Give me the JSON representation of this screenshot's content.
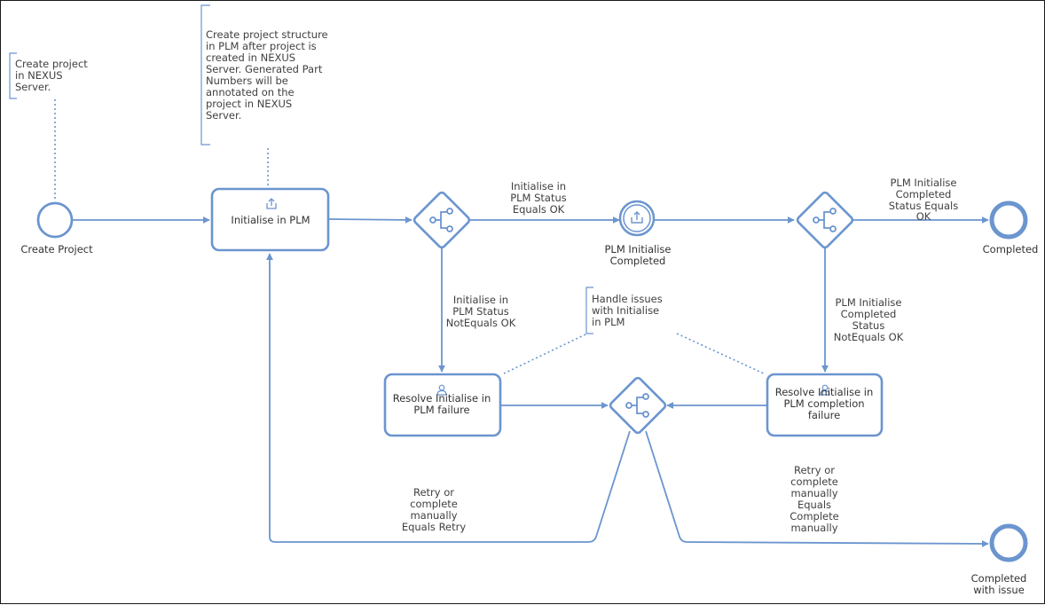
{
  "colors": {
    "accent": "#6b95cf",
    "text": "#404040",
    "border": "#1a1a1a"
  },
  "events": {
    "start": {
      "label": "Create Project",
      "icon": "start-event-icon"
    },
    "plm_initialise_completed": {
      "line1": "PLM Initialise",
      "line2": "Completed",
      "icon": "upload-icon"
    },
    "completed": {
      "label": "Completed",
      "icon": "end-event-icon"
    },
    "completed_with_issue": {
      "line1": "Completed",
      "line2": "with issue",
      "icon": "end-event-icon"
    }
  },
  "tasks": {
    "initialise": {
      "label": "Initialise in PLM",
      "icon": "upload-icon"
    },
    "resolve_initialise": {
      "line1": "Resolve Initialise in",
      "line2": "PLM failure",
      "icon": "user-icon"
    },
    "resolve_completion": {
      "line1": "Resolve Initialise in",
      "line2": "PLM completion",
      "line3": "failure",
      "icon": "user-icon"
    }
  },
  "annotations": {
    "create_project": [
      "Create project",
      "in NEXUS",
      "Server."
    ],
    "plm_structure": [
      "Create project structure",
      "in PLM after project is",
      "created in NEXUS",
      "Server. Generated Part",
      "Numbers will be",
      "annotated on the",
      "project in NEXUS",
      "Server."
    ],
    "handle_issues": [
      "Handle issues",
      "with Initialise",
      "in PLM"
    ]
  },
  "flow_labels": {
    "status_ok": [
      "Initialise in",
      "PLM Status",
      "Equals OK"
    ],
    "status_not_ok": [
      "Initialise in",
      "PLM Status",
      "NotEquals OK"
    ],
    "completed_ok": [
      "PLM Initialise",
      "Completed",
      "Status Equals",
      "OK"
    ],
    "completed_not_ok": [
      "PLM Initialise",
      "Completed",
      "Status",
      "NotEquals OK"
    ],
    "retry": [
      "Retry or",
      "complete",
      "manually",
      "Equals Retry"
    ],
    "complete_manually": [
      "Retry or",
      "complete",
      "manually",
      "Equals",
      "Complete",
      "manually"
    ]
  }
}
